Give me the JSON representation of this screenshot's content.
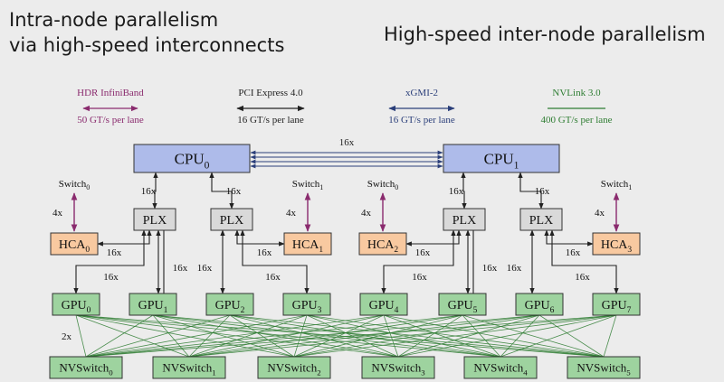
{
  "titles": {
    "left_line1": "Intra-node parallelism",
    "left_line2": "via high-speed interconnects",
    "right": "High-speed inter-node parallelism"
  },
  "legend": [
    {
      "name": "HDR InfiniBand",
      "rate": "50 GT/s per lane",
      "color": "#8a2b6e"
    },
    {
      "name": "PCI Express 4.0",
      "rate": "16 GT/s per lane",
      "color": "#222222"
    },
    {
      "name": "xGMI-2",
      "rate": "16 GT/s per lane",
      "color": "#2b3f7a"
    },
    {
      "name": "NVLink 3.0",
      "rate": "400 GT/s per lane",
      "color": "#2e7d32"
    }
  ],
  "cpus": [
    {
      "base": "CPU",
      "sub": "0"
    },
    {
      "base": "CPU",
      "sub": "1"
    }
  ],
  "cpu_link_label": "16x",
  "plx_label": "PLX",
  "hcas": [
    {
      "base": "HCA",
      "sub": "0"
    },
    {
      "base": "HCA",
      "sub": "1"
    },
    {
      "base": "HCA",
      "sub": "2"
    },
    {
      "base": "HCA",
      "sub": "3"
    }
  ],
  "switches": [
    {
      "base": "Switch",
      "sub": "0"
    },
    {
      "base": "Switch",
      "sub": "1"
    },
    {
      "base": "Switch",
      "sub": "0"
    },
    {
      "base": "Switch",
      "sub": "1"
    }
  ],
  "gpus": [
    {
      "base": "GPU",
      "sub": "0"
    },
    {
      "base": "GPU",
      "sub": "1"
    },
    {
      "base": "GPU",
      "sub": "2"
    },
    {
      "base": "GPU",
      "sub": "3"
    },
    {
      "base": "GPU",
      "sub": "4"
    },
    {
      "base": "GPU",
      "sub": "5"
    },
    {
      "base": "GPU",
      "sub": "6"
    },
    {
      "base": "GPU",
      "sub": "7"
    }
  ],
  "nvswitches": [
    {
      "base": "NVSwitch",
      "sub": "0"
    },
    {
      "base": "NVSwitch",
      "sub": "1"
    },
    {
      "base": "NVSwitch",
      "sub": "2"
    },
    {
      "base": "NVSwitch",
      "sub": "3"
    },
    {
      "base": "NVSwitch",
      "sub": "4"
    },
    {
      "base": "NVSwitch",
      "sub": "5"
    }
  ],
  "link_labels": {
    "pcie": "16x",
    "infiniband": "4x",
    "nvlink": "2x"
  },
  "colors": {
    "cpu_fill": "#aebbea",
    "plx_fill": "#d9d9d9",
    "hca_fill": "#f8c9a0",
    "gpu_fill": "#9ed39f",
    "nvswitch_fill": "#9ed39f",
    "infiniband": "#8a2b6e",
    "nvlink": "#2e7d32",
    "pcie": "#222222",
    "xgmi": "#2b3f7a"
  }
}
